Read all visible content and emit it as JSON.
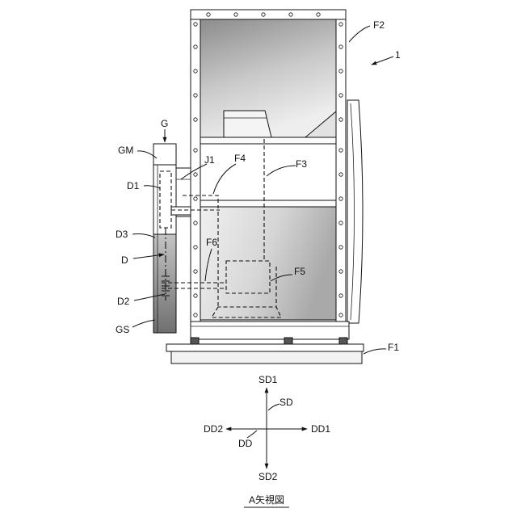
{
  "labels": {
    "f2": "F2",
    "ref_1": "1",
    "g": "G",
    "gm": "GM",
    "j1": "J1",
    "f4": "F4",
    "f3": "F3",
    "d1": "D1",
    "d3": "D3",
    "d": "D",
    "f6": "F6",
    "f5": "F5",
    "d2": "D2",
    "gs": "GS",
    "f1": "F1"
  },
  "direction_legend": {
    "sd1": "SD1",
    "sd": "SD",
    "dd2": "DD2",
    "dd1": "DD1",
    "dd": "DD",
    "sd2": "SD2"
  },
  "caption": "A矢視図",
  "colors": {
    "line": "#111111",
    "background": "#ffffff",
    "housing_shade_dark": "#8c8c8c",
    "housing_shade_light": "#eeeeee",
    "control_box_shade": "#6f6f6f"
  }
}
